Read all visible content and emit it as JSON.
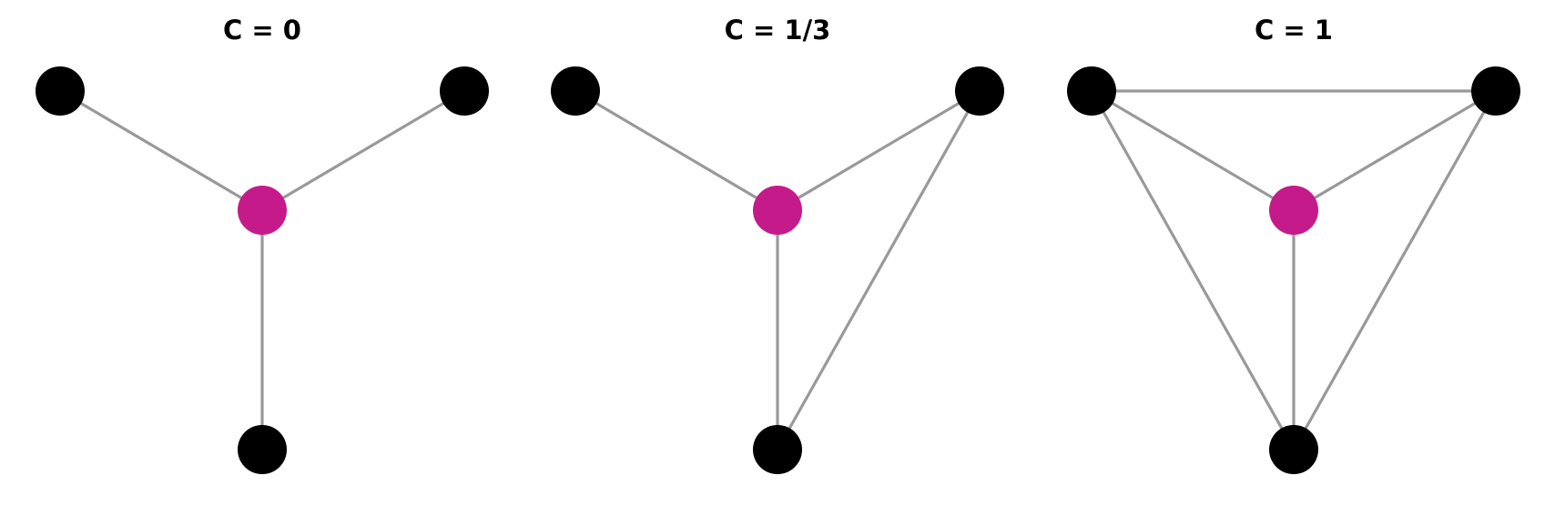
{
  "colors": {
    "center_node": "#C51B8A",
    "neighbor_node": "#000000",
    "edge": "#999999"
  },
  "panels": [
    {
      "title": "C = 0",
      "edges": [
        [
          "center",
          "left"
        ],
        [
          "center",
          "right"
        ],
        [
          "center",
          "bottom"
        ]
      ]
    },
    {
      "title": "C = 1/3",
      "edges": [
        [
          "center",
          "left"
        ],
        [
          "center",
          "right"
        ],
        [
          "center",
          "bottom"
        ],
        [
          "right",
          "bottom"
        ]
      ]
    },
    {
      "title": "C = 1",
      "edges": [
        [
          "center",
          "left"
        ],
        [
          "center",
          "right"
        ],
        [
          "center",
          "bottom"
        ],
        [
          "right",
          "bottom"
        ],
        [
          "left",
          "right"
        ],
        [
          "left",
          "bottom"
        ]
      ]
    }
  ]
}
